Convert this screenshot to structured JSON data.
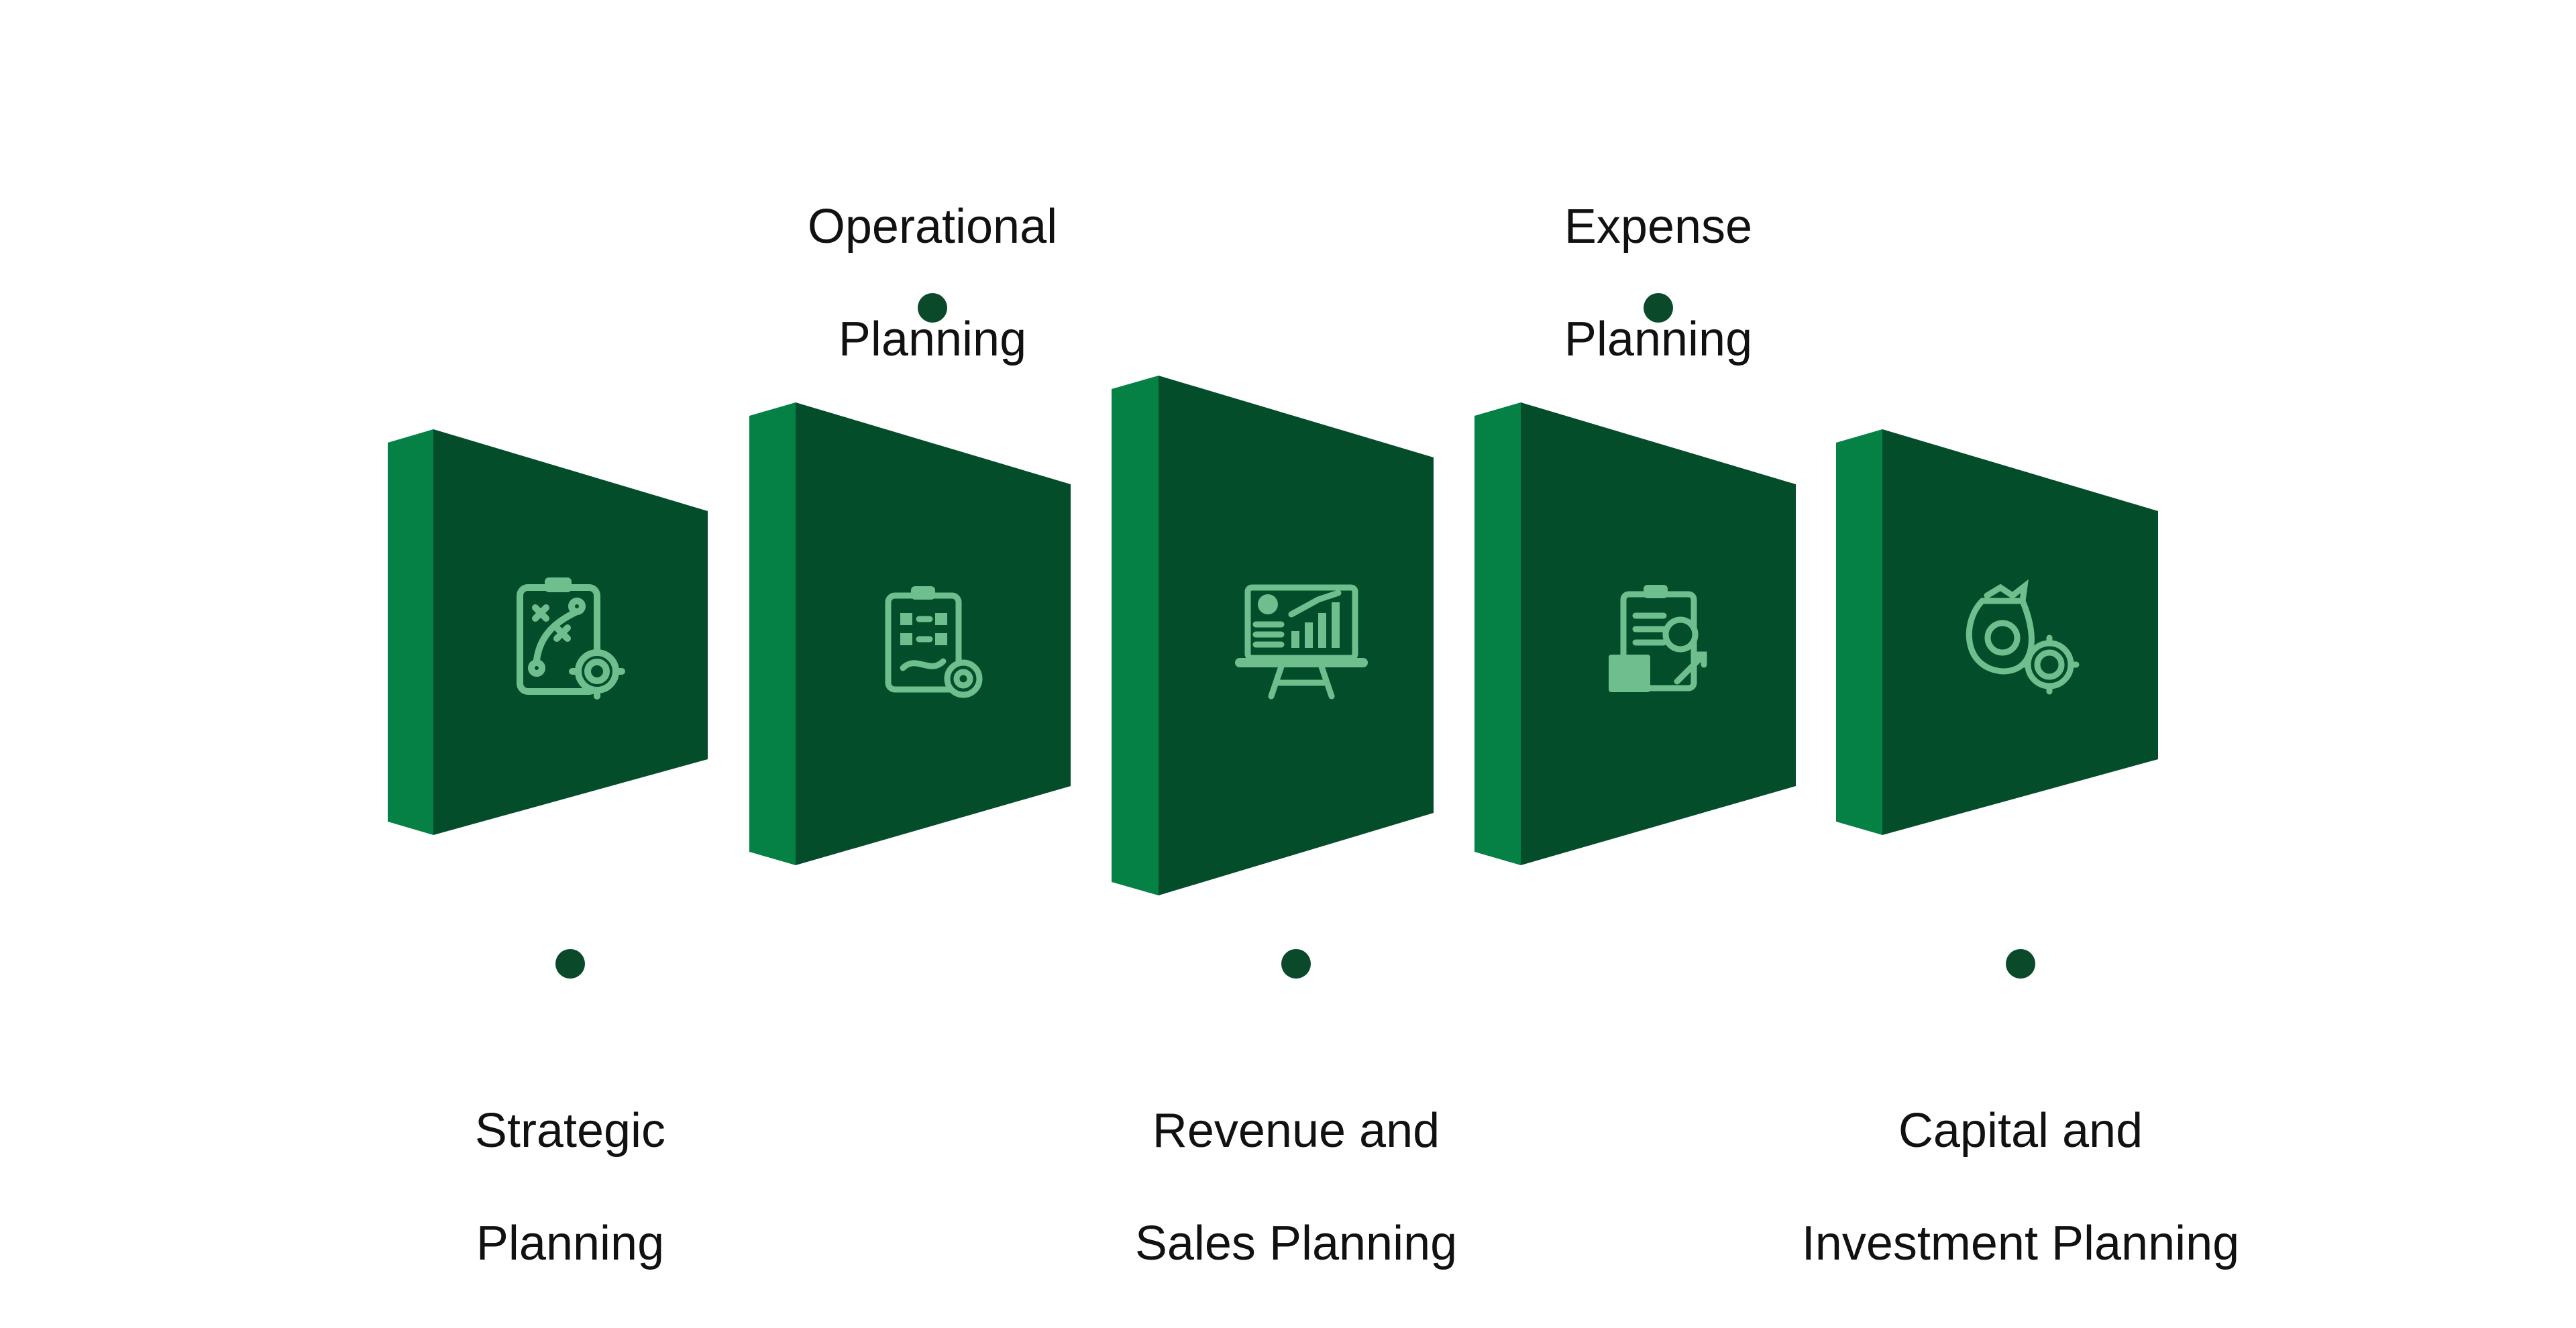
{
  "colors": {
    "front_face": "#034d2b",
    "side_face": "#058145",
    "icon": "#6fbf8e",
    "dot": "#0a4a2a",
    "text": "#111111",
    "background": "#ffffff"
  },
  "stages": [
    {
      "label_line1": "Strategic",
      "label_line2": "Planning",
      "icon": "strategy-clipboard-gear-icon",
      "label_position": "bottom"
    },
    {
      "label_line1": "Operational",
      "label_line2": "Planning",
      "icon": "checklist-clipboard-gear-icon",
      "label_position": "top"
    },
    {
      "label_line1": "Revenue and",
      "label_line2": "Sales Planning",
      "icon": "presentation-board-chart-icon",
      "label_position": "bottom"
    },
    {
      "label_line1": "Expense",
      "label_line2": "Planning",
      "icon": "clipboard-calculator-icon",
      "label_position": "top"
    },
    {
      "label_line1": "Capital and",
      "label_line2": "Investment Planning",
      "icon": "money-bag-gear-icon",
      "label_position": "bottom"
    }
  ]
}
